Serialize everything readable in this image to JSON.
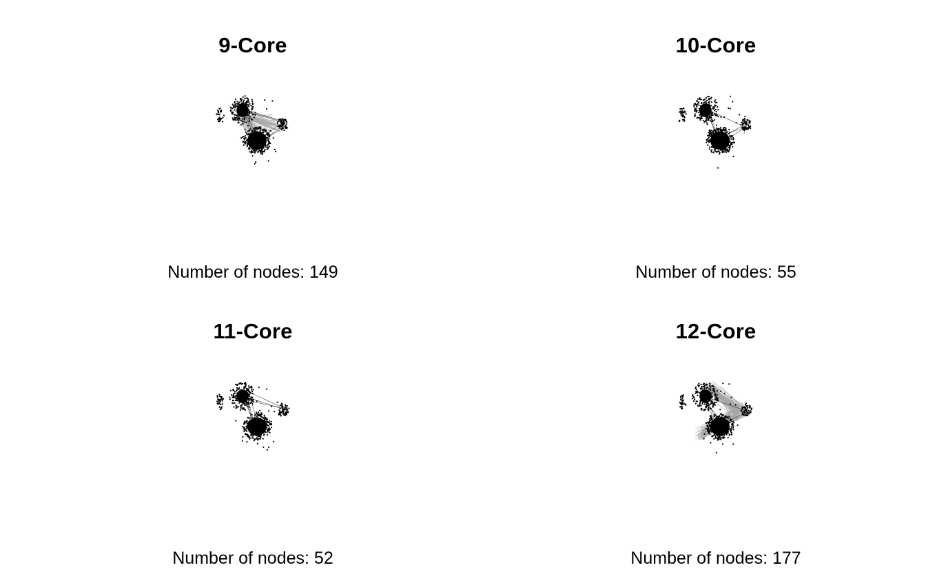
{
  "panels": [
    {
      "title": "9-Core",
      "subtitle": "Number of nodes: 149",
      "core": 9,
      "nodes": 149,
      "highlight": "upper-right"
    },
    {
      "title": "10-Core",
      "subtitle": "Number of nodes: 55",
      "core": 10,
      "nodes": 55,
      "highlight": "none"
    },
    {
      "title": "11-Core",
      "subtitle": "Number of nodes: 52",
      "core": 11,
      "nodes": 52,
      "highlight": "none"
    },
    {
      "title": "12-Core",
      "subtitle": "Number of nodes: 177",
      "core": 12,
      "nodes": 177,
      "highlight": "wide"
    }
  ],
  "colors": {
    "node": "#000000",
    "edge": "#000000",
    "highlight_edge": "#a6a6a6",
    "background": "#ffffff"
  }
}
